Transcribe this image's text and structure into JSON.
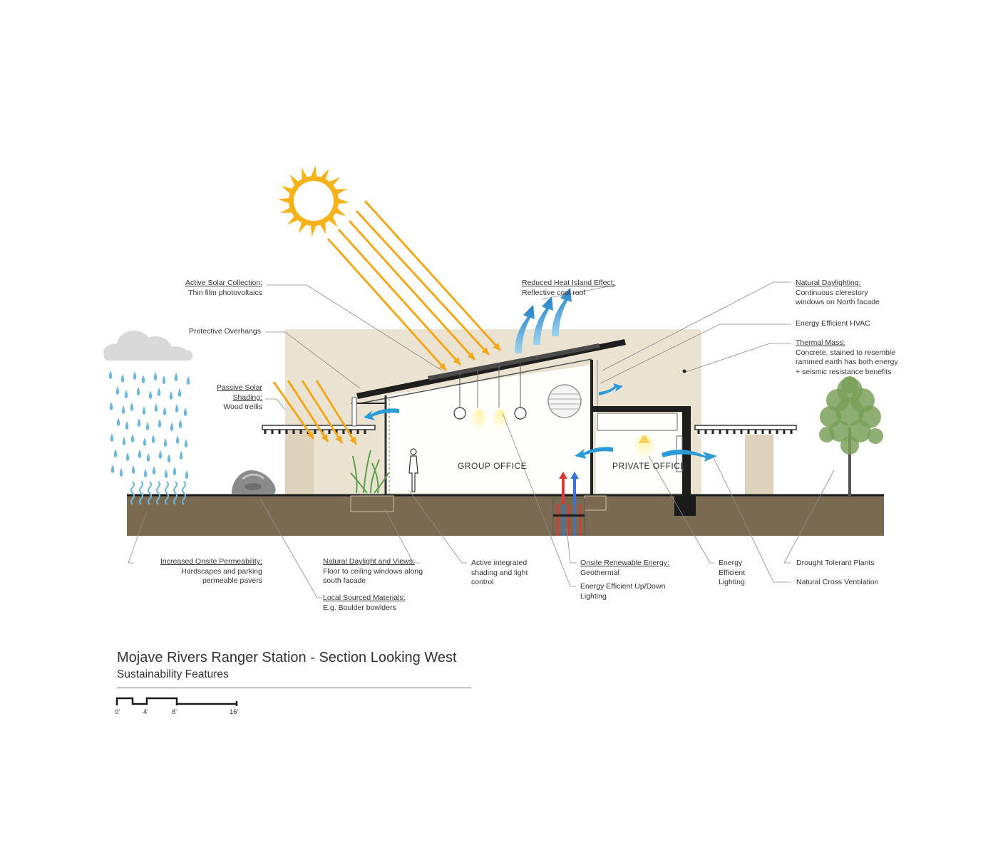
{
  "diagram": {
    "title": "Mojave Rivers Ranger Station - Section Looking West",
    "subtitle": "Sustainability Features",
    "rooms": {
      "group_office": "GROUP  OFFICE",
      "private_office": "PRIVATE  OFFICE"
    },
    "labels": {
      "active_solar": {
        "heading": "Active Solar Collection:",
        "body": [
          "Thin film photovoltaics"
        ]
      },
      "protective_overhangs": {
        "heading": "",
        "body": [
          "Protective Overhangs"
        ]
      },
      "passive_solar": {
        "heading": [
          "Passive Solar",
          "Shading:"
        ],
        "body": [
          "Wood trellis"
        ]
      },
      "heat_island": {
        "heading": "Reduced Heat Island Effect:",
        "body": [
          "Reflective cool roof"
        ]
      },
      "daylighting": {
        "heading": "Natural Daylighting:",
        "body": [
          "Continuous clerestory",
          "windows on North facade"
        ]
      },
      "hvac": {
        "heading": "",
        "body": [
          "Energy Efficient HVAC"
        ]
      },
      "thermal_mass": {
        "heading": "Thermal Mass:",
        "body": [
          "Concrete, stained to resemble",
          "rammed earth  has both energy",
          "+ seismic resistance benefits"
        ]
      },
      "permeability": {
        "heading": "Increased Onsite Permeability:",
        "body": [
          "Hardscapes and parking",
          "permeable pavers"
        ]
      },
      "daylight_views": {
        "heading": "Natural Daylight and Views:",
        "body": [
          "Floor to ceiling windows along",
          "south facade"
        ]
      },
      "local_materials": {
        "heading": "Local Sourced Materials:",
        "body": [
          "E.g. Boulder bowlders"
        ]
      },
      "shading_control": {
        "heading": "",
        "body": [
          "Active integrated",
          "shading and light",
          "control"
        ]
      },
      "renewable": {
        "heading": "Onsite Renewable Energy:",
        "body": [
          "Geothermal"
        ]
      },
      "updown_lighting": {
        "heading": "",
        "body": [
          "Energy Efficient Up/Down",
          "Lighting"
        ]
      },
      "efficient_lighting": {
        "heading": "",
        "body": [
          "Energy",
          "Efficient",
          "Lighting"
        ]
      },
      "drought_plants": {
        "heading": "",
        "body": [
          "Drought Tolerant Plants"
        ]
      },
      "cross_ventilation": {
        "heading": "",
        "body": [
          "Natural Cross Ventilation"
        ]
      }
    },
    "scale_bar": {
      "ticks": [
        "0'",
        "4'",
        "8'",
        "16'"
      ]
    },
    "colors": {
      "ground": "#7a6a52",
      "wall": "#ebe3d1",
      "sun": "#f5b21a",
      "sun_ray": "#f2a81c",
      "air_arrow": "#2b9ad6",
      "rain": "#6fb6dd",
      "cloud": "#d9d9d9",
      "geo_hot": "#d83a3a",
      "geo_cold": "#3a74d8",
      "tree": "#7aa05a",
      "rock": "#8a8a8a"
    }
  }
}
